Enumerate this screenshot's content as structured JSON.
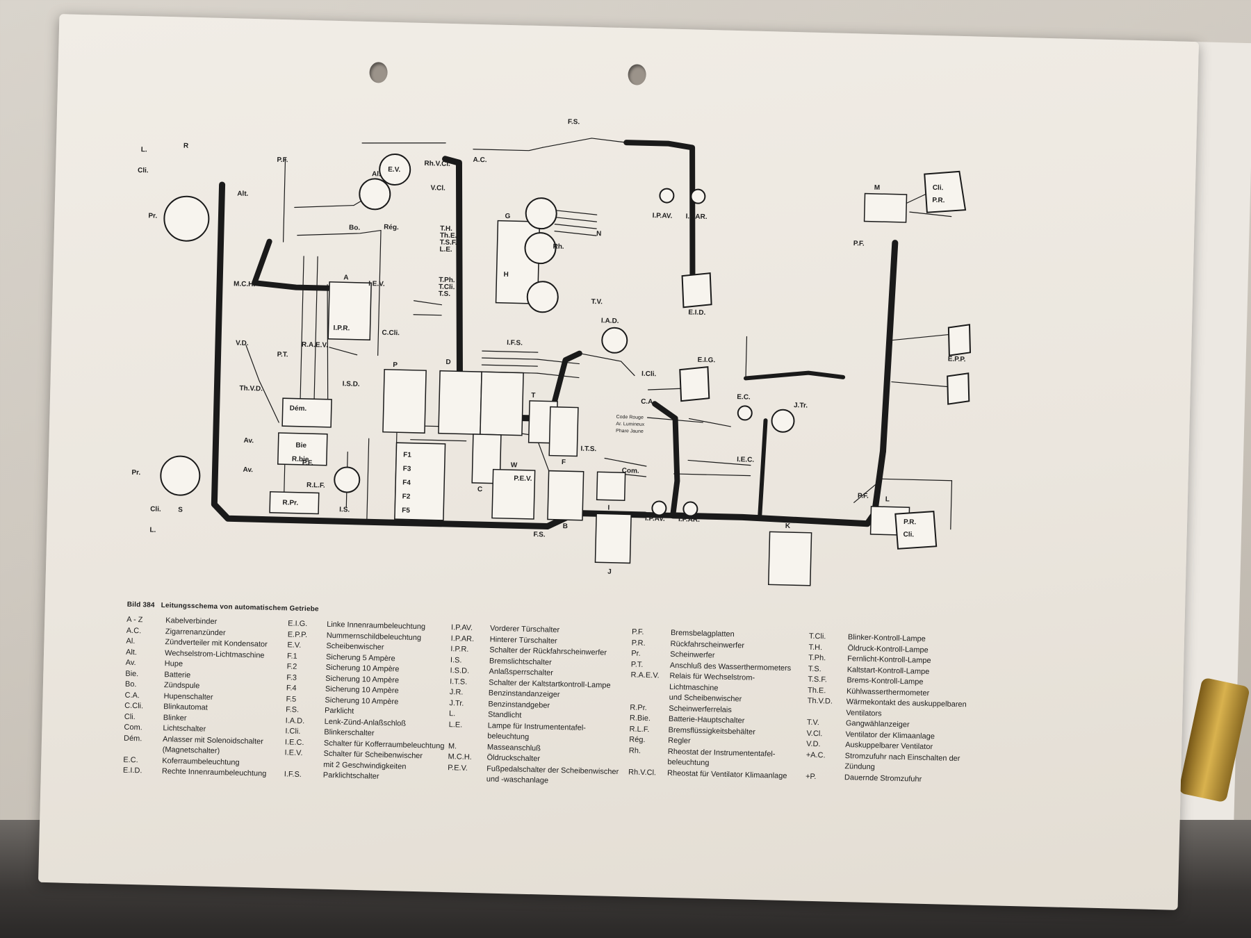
{
  "caption": {
    "figure": "Bild 384",
    "title": "Leitungsschema von automatischem Getriebe"
  },
  "legend_columns": [
    [
      {
        "abbr": "A - Z",
        "desc": "Kabelverbinder"
      },
      {
        "abbr": "A.C.",
        "desc": "Zigarrenanzünder"
      },
      {
        "abbr": "Al.",
        "desc": "Zündverteiler mit Kondensator"
      },
      {
        "abbr": "Alt.",
        "desc": "Wechselstrom-Lichtmaschine"
      },
      {
        "abbr": "Av.",
        "desc": "Hupe"
      },
      {
        "abbr": "Bie.",
        "desc": "Batterie"
      },
      {
        "abbr": "Bo.",
        "desc": "Zündspule"
      },
      {
        "abbr": "C.A.",
        "desc": "Hupenschalter"
      },
      {
        "abbr": "C.Cli.",
        "desc": "Blinkautomat"
      },
      {
        "abbr": "Cli.",
        "desc": "Blinker"
      },
      {
        "abbr": "Com.",
        "desc": "Lichtschalter"
      },
      {
        "abbr": "Dém.",
        "desc": "Anlasser mit Solenoidschalter"
      },
      {
        "abbr": "",
        "desc": "(Magnetschalter)"
      },
      {
        "abbr": "E.C.",
        "desc": "Koferraumbeleuchtung"
      },
      {
        "abbr": "E.I.D.",
        "desc": "Rechte Innenraumbeleuchtung"
      }
    ],
    [
      {
        "abbr": "E.I.G.",
        "desc": "Linke Innenraumbeleuchtung"
      },
      {
        "abbr": "E.P.P.",
        "desc": "Nummernschildbeleuchtung"
      },
      {
        "abbr": "E.V.",
        "desc": "Scheibenwischer"
      },
      {
        "abbr": "F.1",
        "desc": "Sicherung  5 Ampère"
      },
      {
        "abbr": "F.2",
        "desc": "Sicherung 10 Ampère"
      },
      {
        "abbr": "F.3",
        "desc": "Sicherung 10 Ampère"
      },
      {
        "abbr": "F.4",
        "desc": "Sicherung 10 Ampère"
      },
      {
        "abbr": "F.5",
        "desc": "Sicherung 10 Ampère"
      },
      {
        "abbr": "F.S.",
        "desc": "Parklicht"
      },
      {
        "abbr": "I.A.D.",
        "desc": "Lenk-Zünd-Anlaßschloß"
      },
      {
        "abbr": "I.Cli.",
        "desc": "Blinkerschalter"
      },
      {
        "abbr": "I.E.C.",
        "desc": "Schalter für Kofferraumbeleuchtung"
      },
      {
        "abbr": "I.E.V.",
        "desc": "Schalter für Scheibenwischer"
      },
      {
        "abbr": "",
        "desc": "mit 2 Geschwindigkeiten"
      },
      {
        "abbr": "I.F.S.",
        "desc": "Parklichtschalter"
      }
    ],
    [
      {
        "abbr": "I.P.AV.",
        "desc": "Vorderer Türschalter"
      },
      {
        "abbr": "I.P.AR.",
        "desc": "Hinterer Türschalter"
      },
      {
        "abbr": "I.P.R.",
        "desc": "Schalter der Rückfahrscheinwerfer"
      },
      {
        "abbr": "I.S.",
        "desc": "Bremslichtschalter"
      },
      {
        "abbr": "I.S.D.",
        "desc": "Anlaßsperrschalter"
      },
      {
        "abbr": "I.T.S.",
        "desc": "Schalter der Kaltstartkontroll-Lampe"
      },
      {
        "abbr": "J.R.",
        "desc": "Benzinstandanzeiger"
      },
      {
        "abbr": "J.Tr.",
        "desc": "Benzinstandgeber"
      },
      {
        "abbr": "L.",
        "desc": "Standlicht"
      },
      {
        "abbr": "L.E.",
        "desc": "Lampe für Instrumententafel-"
      },
      {
        "abbr": "",
        "desc": "beleuchtung"
      },
      {
        "abbr": "M.",
        "desc": "Masseanschluß"
      },
      {
        "abbr": "M.C.H.",
        "desc": "Öldruckschalter"
      },
      {
        "abbr": "P.E.V.",
        "desc": "Fußpedalschalter der Scheibenwischer"
      },
      {
        "abbr": "",
        "desc": "und -waschanlage"
      }
    ],
    [
      {
        "abbr": "P.F.",
        "desc": "Bremsbelagplatten"
      },
      {
        "abbr": "P.R.",
        "desc": "Rückfahrscheinwerfer"
      },
      {
        "abbr": "Pr.",
        "desc": "Scheinwerfer"
      },
      {
        "abbr": "P.T.",
        "desc": "Anschluß des Wasserthermometers"
      },
      {
        "abbr": "R.A.E.V.",
        "desc": "Relais für Wechselstrom-"
      },
      {
        "abbr": "",
        "desc": "Lichtmaschine"
      },
      {
        "abbr": "",
        "desc": "und Scheibenwischer"
      },
      {
        "abbr": "R.Pr.",
        "desc": "Scheinwerferrelais"
      },
      {
        "abbr": "R.Bie.",
        "desc": "Batterie-Hauptschalter"
      },
      {
        "abbr": "R.L.F.",
        "desc": "Bremsflüssigkeitsbehälter"
      },
      {
        "abbr": "Rég.",
        "desc": "Regler"
      },
      {
        "abbr": "Rh.",
        "desc": "Rheostat der Instrumententafel-"
      },
      {
        "abbr": "",
        "desc": "beleuchtung"
      },
      {
        "abbr": "Rh.V.Cl.",
        "desc": "Rheostat für Ventilator Klimaanlage"
      }
    ],
    [
      {
        "abbr": "T.Cli.",
        "desc": "Blinker-Kontroll-Lampe"
      },
      {
        "abbr": "T.H.",
        "desc": "Öldruck-Kontroll-Lampe"
      },
      {
        "abbr": "T.Ph.",
        "desc": "Fernlicht-Kontroll-Lampe"
      },
      {
        "abbr": "T.S.",
        "desc": "Kaltstart-Kontroll-Lampe"
      },
      {
        "abbr": "T.S.F.",
        "desc": "Brems-Kontroll-Lampe"
      },
      {
        "abbr": "Th.E.",
        "desc": "Kühlwasserthermometer"
      },
      {
        "abbr": "Th.V.D.",
        "desc": "Wärmekontakt des auskuppelbaren"
      },
      {
        "abbr": "",
        "desc": "Ventilators"
      },
      {
        "abbr": "T.V.",
        "desc": "Gangwählanzeiger"
      },
      {
        "abbr": "V.Cl.",
        "desc": "Ventilator der Klimaanlage"
      },
      {
        "abbr": "V.D.",
        "desc": "Auskuppelbarer Ventilator"
      },
      {
        "abbr": "+A.C.",
        "desc": "Stromzufuhr nach Einschalten der"
      },
      {
        "abbr": "",
        "desc": "Zündung"
      },
      {
        "abbr": "+P.",
        "desc": "Dauernde Stromzufuhr"
      }
    ]
  ],
  "diagram_labels": {
    "L": "L.",
    "Cli": "Cli.",
    "Pr": "Pr.",
    "R": "R",
    "S": "S",
    "MCH": "M.C.H.",
    "Alt": "Alt.",
    "PF": "P.F.",
    "Al": "Al.",
    "Bo": "Bo.",
    "EV": "E.V.",
    "RhVCl": "Rh.V.Cl.",
    "VCl": "V.Cl.",
    "AC": "A.C.",
    "FS": "F.S.",
    "IPAV": "I.P.AV.",
    "IPAR": "I.P.AR.",
    "EID": "E.I.D.",
    "Reg": "Rég.",
    "A": "A",
    "RAEV": "R.A.E.V.",
    "IEV": "I.E.V.",
    "CCli": "C.Cli.",
    "IPR": "I.P.R.",
    "ISD": "I.S.D.",
    "VD": "V.D.",
    "PT": "P.T.",
    "ThVD": "Th.V.D.",
    "Dem": "Dém.",
    "Bie": "Bie",
    "RBie": "R.bie",
    "Av": "Av.",
    "RPr": "R.Pr.",
    "RLF": "R.L.F.",
    "IS": "I.S.",
    "G": "G",
    "H": "H",
    "N": "N",
    "TV": "T.V.",
    "IAD": "I.A.D.",
    "IFS": "I.F.S.",
    "D": "D",
    "P": "P",
    "C": "C",
    "W": "W",
    "PEV": "P.E.V.",
    "B": "B",
    "F": "F",
    "T": "T",
    "ITS": "I.T.S.",
    "Com": "Com.",
    "ICli": "I.Cli.",
    "CA": "C.A.",
    "I": "I",
    "J": "J",
    "EIG": "E.I.G.",
    "EC": "E.C.",
    "JTr": "J.Tr.",
    "IEC": "I.E.C.",
    "K": "K",
    "M": "M",
    "L2": "L",
    "EPP": "E.P.P.",
    "PR": "P.R.",
    "F1": "F1",
    "F2": "F2",
    "F3": "F3",
    "F4": "F4",
    "F5": "F5",
    "CodeRouge": "Code Rouge",
    "ArLumineux": "Ar. Lumineux",
    "PhareJaune": "Phare Jaune",
    "TH": "T.H.",
    "ThE": "Th.E.",
    "TSF": "T.S.F.",
    "LE": "L.E.",
    "TPh": "T.Ph.",
    "TCli": "T.Cli.",
    "TS": "T.S.",
    "Rh": "Rh."
  }
}
